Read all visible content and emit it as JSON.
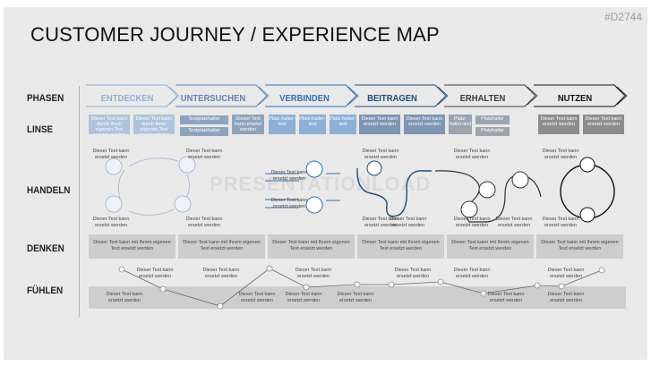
{
  "code": "#D2744",
  "title": "CUSTOMER JOURNEY / EXPERIENCE MAP",
  "watermark": "PRESENTATIONLOAD",
  "row_labels": {
    "phasen": "PHASEN",
    "linse": "LINSE",
    "handeln": "HANDELN",
    "denken": "DENKEN",
    "fuehlen": "FÜHLEN"
  },
  "phases": [
    {
      "label": "ENTDECKEN",
      "color": "#8fb0d6"
    },
    {
      "label": "UNTERSUCHEN",
      "color": "#5f84b0"
    },
    {
      "label": "VERBINDEN",
      "color": "#2f6fb6"
    },
    {
      "label": "BEITRAGEN",
      "color": "#224a78"
    },
    {
      "label": "ERHALTEN",
      "color": "#3a3a3a"
    },
    {
      "label": "NUTZEN",
      "color": "#111111"
    }
  ],
  "lens": {
    "p1a": "Dieser Text kann durch Ihren eigenen Text ersetzt werden",
    "p1b": "Dieser Text kann durch Ihren eigenen Text ersetzt werden",
    "p2a": "Textplatzhalter",
    "p2b": "Textplatzhalter",
    "p2c": "Dieser Text kann ersetzt werden",
    "p3a": "Platz-halter-text",
    "p3b": "Platz-halter-text",
    "p3c": "Platz-halter-text",
    "p4a": "Dieser Text kann ersetzt werden",
    "p4b": "Dieser Text kann ersetzt werden",
    "p5a": "Platz-halter-text",
    "p5b": "Platzhalter",
    "p5c": "Platzhalter",
    "p6a": "Dieser Text kann ersetzt werden",
    "p6b": "Dieser Text kann ersetzt werden"
  },
  "handeln": {
    "t1": "Dieser Text kann ersetzt werden",
    "t2": "Dieser Text kann ersetzt werden",
    "t3": "Dieser Text kann ersetzt werden",
    "t4": "Dieser Text kann ersetzt werden",
    "t5": "Dieser Text kann ersetzt werden",
    "t6": "Dieser Text kann ersetzt werden",
    "t7": "Dieser Text kann ersetzt werden",
    "t8": "Dieser Text kann ersetzt werden",
    "t9": "Dieser Text kann ersetzt werden",
    "t10": "Dieser Text kann ersetzt werden",
    "t11": "Dieser Text kann ersetzt werden",
    "t12": "Dieser Text kann ersetzt werden",
    "t13": "Dieser Text kann ersetzt werden",
    "t14": "Dieser Text kann ersetzt werden"
  },
  "denken": [
    "Dieser Text kann mit Ihrem eigenen Text ersetzt werden",
    "Dieser Text kann mit Ihrem eigenen Text ersetzt werden",
    "Dieser Text kann mit Ihrem eigenen Text ersetzt werden",
    "Dieser Text kann mit Ihrem eigenen Text ersetzt werden",
    "Dieser Text kann mit Ihrem eigenen Text ersetzt werden",
    "Dieser Text kann mit Ihrem eigenen Text ersetzt werden"
  ],
  "fuehlen": {
    "f1": "Dieser Text kann ersetzt werden",
    "f2": "Dieser Text kann ersetzt werden",
    "f3": "Dieser Text kann ersetzt werden",
    "f4": "Dieser Text kann ersetzt werden",
    "f5": "Dieser Text kann ersetzt werden",
    "f6": "Dieser Text kann ersetzt werden",
    "f7": "Dieser Text kann ersetzt werden",
    "f8": "Dieser Text kann ersetzt werden",
    "f9": "Dieser Text kann ersetzt werden",
    "f10": "Dieser Text kann ersetzt werden",
    "f11": "Dieser Text kann ersetzt werden",
    "f12": "Dieser Text kann ersetzt werden"
  }
}
